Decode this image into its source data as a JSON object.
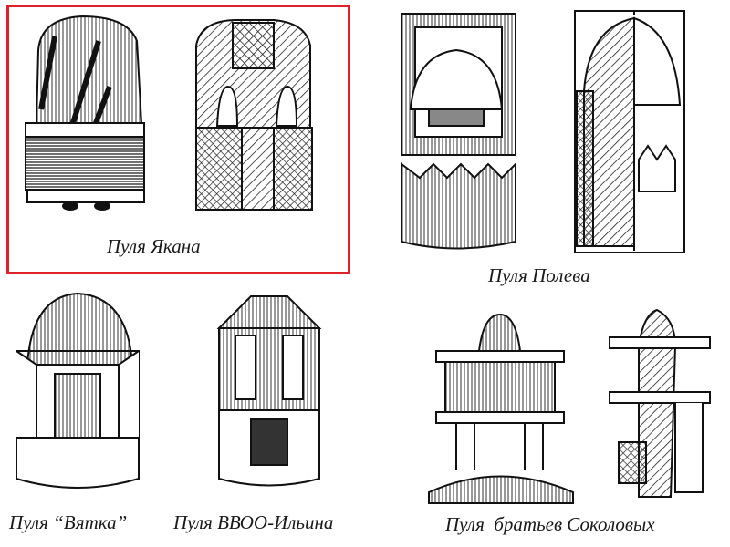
{
  "figures": [
    {
      "caption": "Пуля Якана",
      "highlighted": true
    },
    {
      "caption": "Пуля Полева",
      "highlighted": false
    },
    {
      "caption": "Пуля “Вятка”",
      "highlighted": false
    },
    {
      "caption": "Пуля ВВОО-Ильина",
      "highlighted": false
    },
    {
      "caption": "Пуля  братьев Соколовых",
      "highlighted": false
    }
  ],
  "colors": {
    "highlight": "#e0202a",
    "ink": "#1a1a1a"
  }
}
